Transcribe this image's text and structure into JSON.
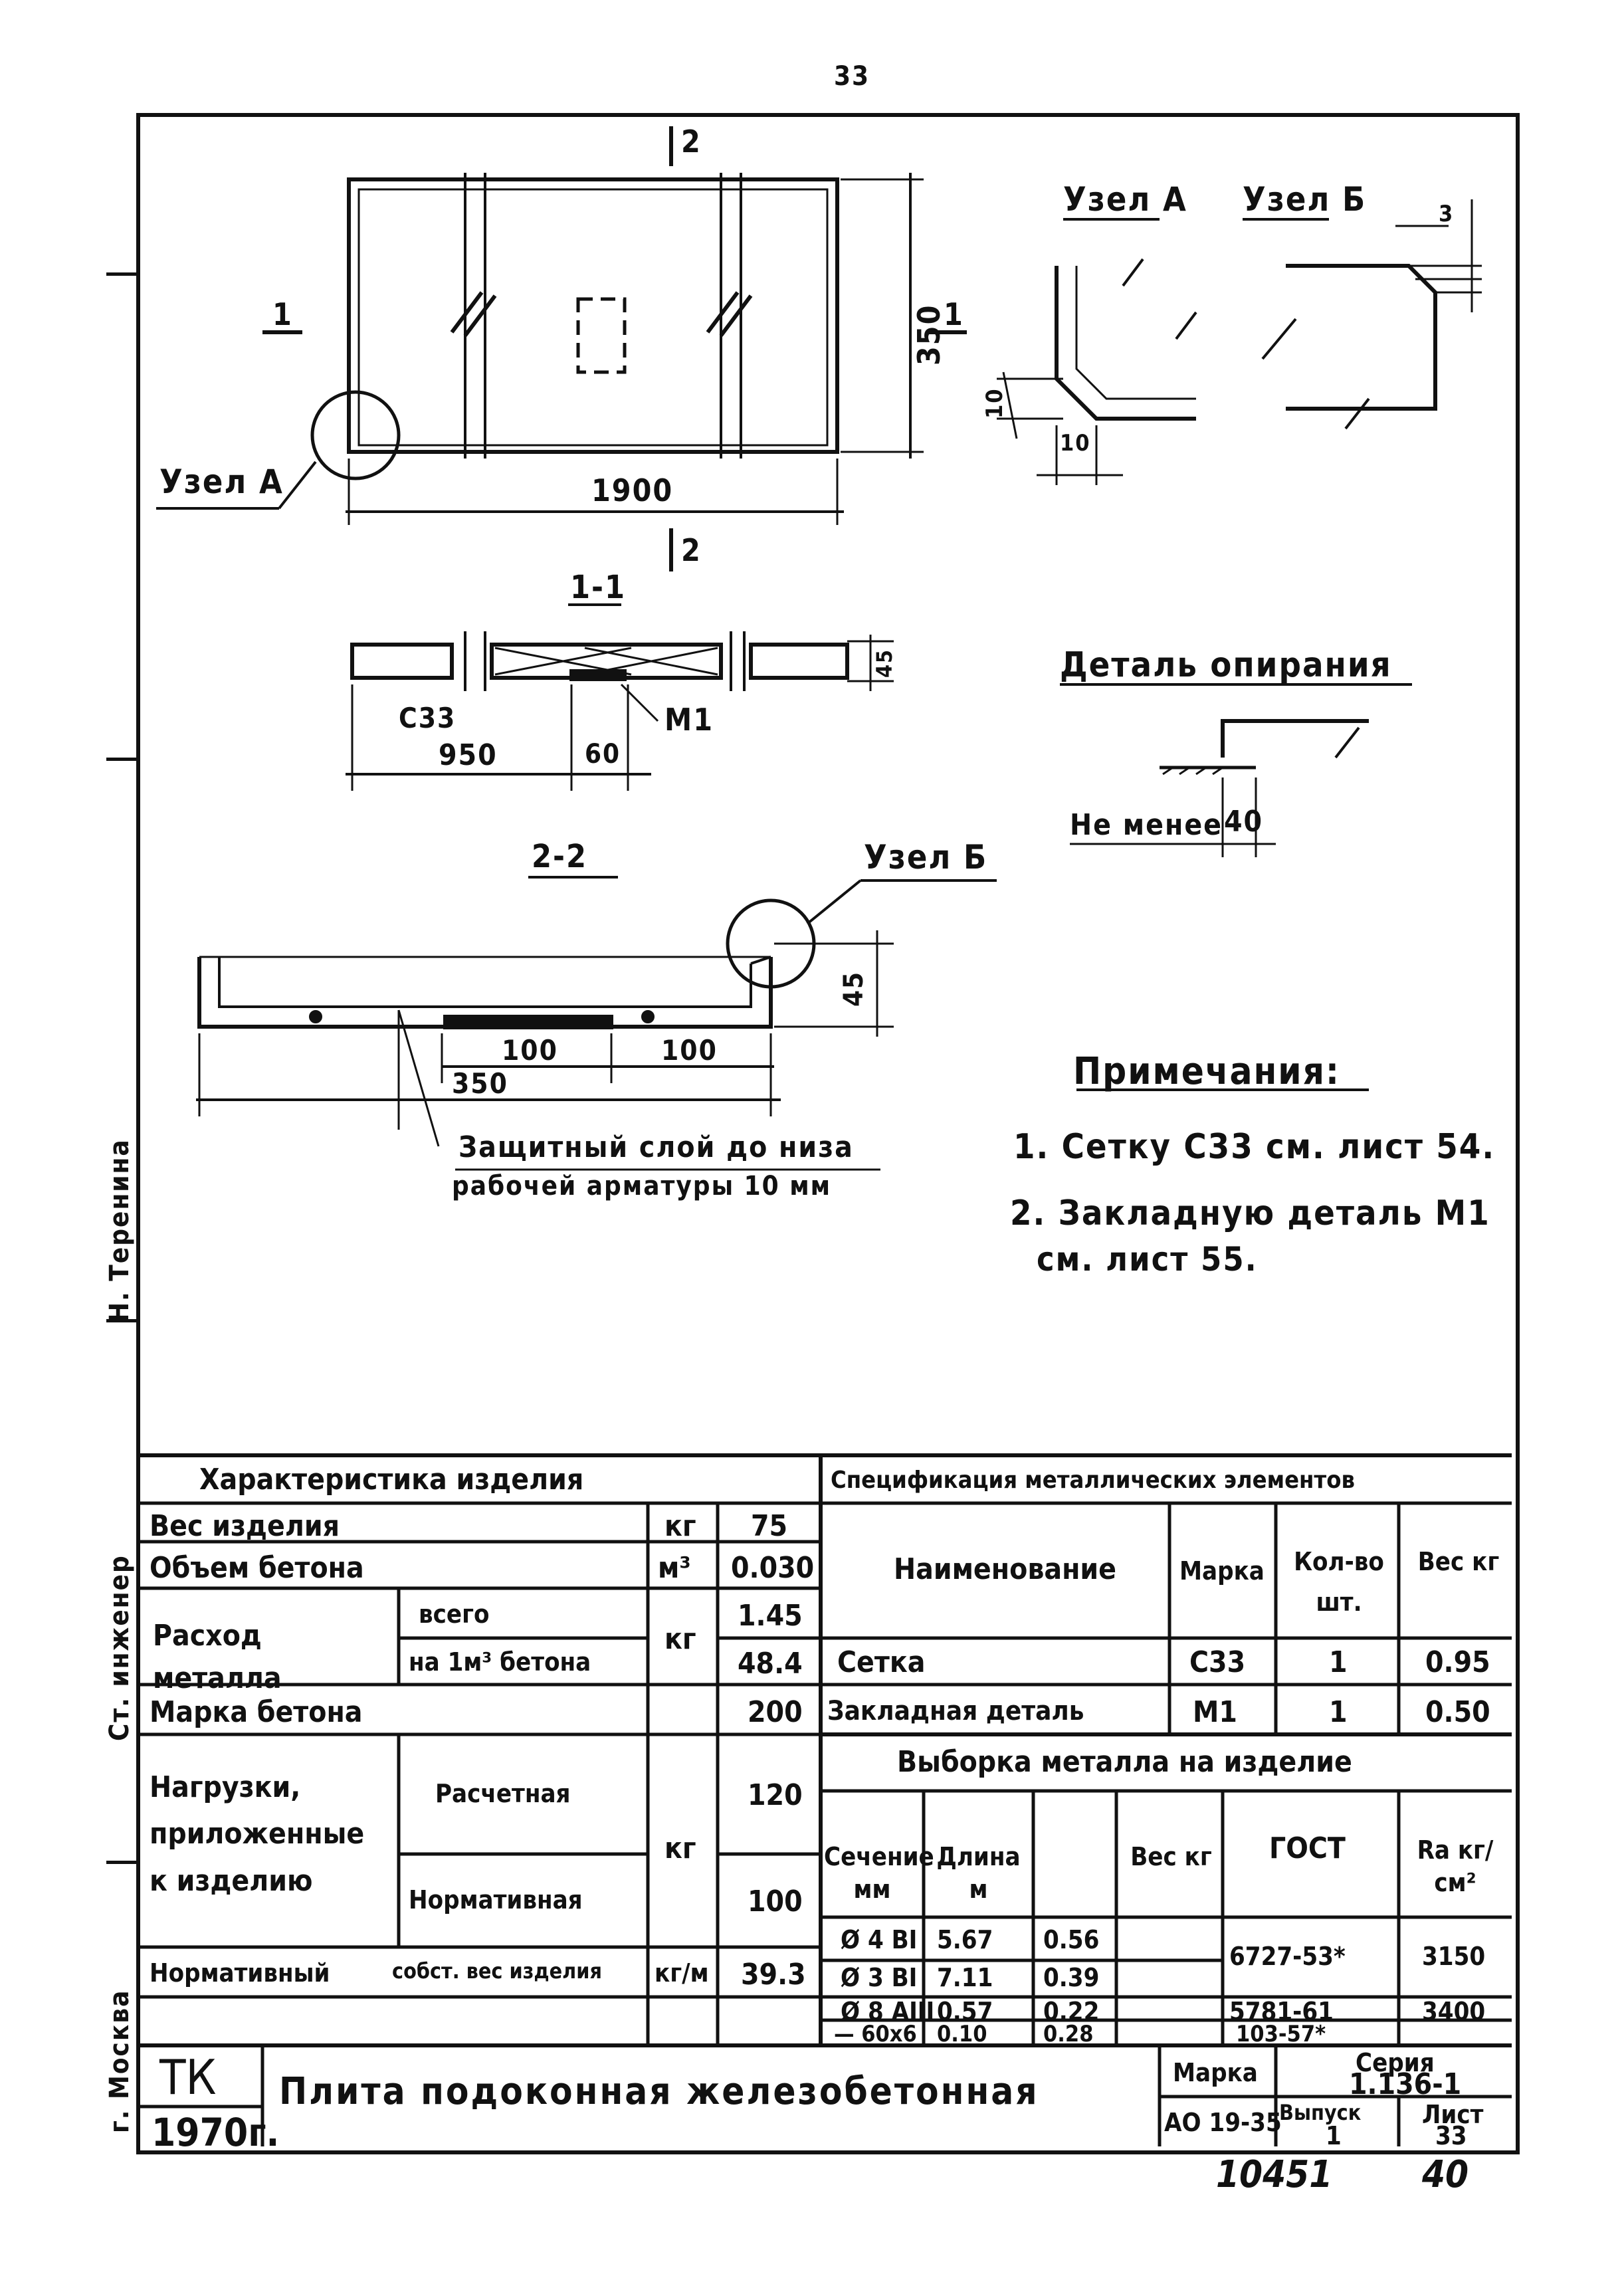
{
  "page_number": "33",
  "bottom_numbers": {
    "archive": "10451",
    "page": "40"
  },
  "drawing": {
    "views": {
      "plan": {
        "width_label": "1900",
        "height_label": "350",
        "section1": "1",
        "section2": "2",
        "node_a_label": "Узел А"
      },
      "node_a": {
        "title": "Узел А",
        "dim1": "10",
        "dim2": "10"
      },
      "node_b": {
        "title": "Узел Б",
        "dim": "3"
      },
      "section_1_1": {
        "title": "1-1",
        "mesh": "С33",
        "embed": "М1",
        "dim_950": "950",
        "dim_60": "60",
        "dim_45": "45"
      },
      "section_2_2": {
        "title": "2-2",
        "node_b_label": "Узел Б",
        "dim_100a": "100",
        "dim_100b": "100",
        "dim_350": "350",
        "dim_45": "45",
        "cover_note_line1": "Защитный слой до низа",
        "cover_note_line2": "рабочей арматуры 10 мм"
      },
      "support_detail": {
        "title": "Деталь опирания",
        "note": "Не менее",
        "dim": "40"
      }
    },
    "notes": {
      "title": "Примечания:",
      "items": [
        "1. Сетку С33 см. лист 54.",
        "2. Закладную деталь М1",
        "см. лист 55."
      ]
    }
  },
  "side_stamp": {
    "vertical_text_1": "Ст. инженер",
    "vertical_text_2": "Н. Теренина",
    "vertical_city": "г. Москва"
  },
  "characteristics": {
    "title": "Характеристика изделия",
    "rows": [
      {
        "name": "Вес изделия",
        "unit": "кг",
        "value": "75"
      },
      {
        "name": "Объем бетона",
        "unit": "м³",
        "value": "0.030"
      },
      {
        "name": "Расход металла",
        "sub1": "всего",
        "sub2": "на 1м³ бетона",
        "unit": "кг",
        "value1": "1.45",
        "value2": "48.4"
      },
      {
        "name": "Марка бетона",
        "value": "200"
      },
      {
        "name": "Нагрузки, приложенные к изделию",
        "sub1": "Расчетная",
        "sub2": "Нормативная",
        "unit": "кг",
        "value1": "120",
        "value2": "100"
      },
      {
        "name": "Нормативный",
        "name2": "собст. вес изделия",
        "unit": "кг/м",
        "value": "39.3"
      }
    ]
  },
  "specification": {
    "title": "Спецификация металлических элементов",
    "headers": [
      "Наименование",
      "Марка",
      "Кол-во шт.",
      "Вес кг"
    ],
    "rows": [
      [
        "Сетка",
        "С33",
        "1",
        "0.95"
      ],
      [
        "Закладная деталь",
        "М1",
        "1",
        "0.50"
      ]
    ]
  },
  "metal_selection": {
    "title": "Выборка металла на изделие",
    "headers": [
      "Сечение мм",
      "Длина м",
      "Вес кг",
      "ГОСТ",
      "Ra кг/см²"
    ],
    "rows": [
      [
        "Ø 4 BI",
        "5.67",
        "0.56",
        "6727-53*",
        "3150"
      ],
      [
        "Ø 3 BI",
        "7.11",
        "0.39",
        "",
        ""
      ],
      [
        "Ø 8 AIII",
        "0.57",
        "0.22",
        "5781-61",
        "3400"
      ],
      [
        "— 60x6",
        "0.10",
        "0.28",
        "103-57*",
        ""
      ]
    ]
  },
  "title_block": {
    "org": "ТК",
    "year": "1970г.",
    "name": "Плита подоконная железобетонная",
    "mark_label": "Марка",
    "mark": "АО 19-35",
    "series_label": "Серия",
    "series": "1.136-1",
    "issue_label": "Выпуск",
    "issue": "1",
    "sheet_label": "Лист",
    "sheet": "33"
  }
}
